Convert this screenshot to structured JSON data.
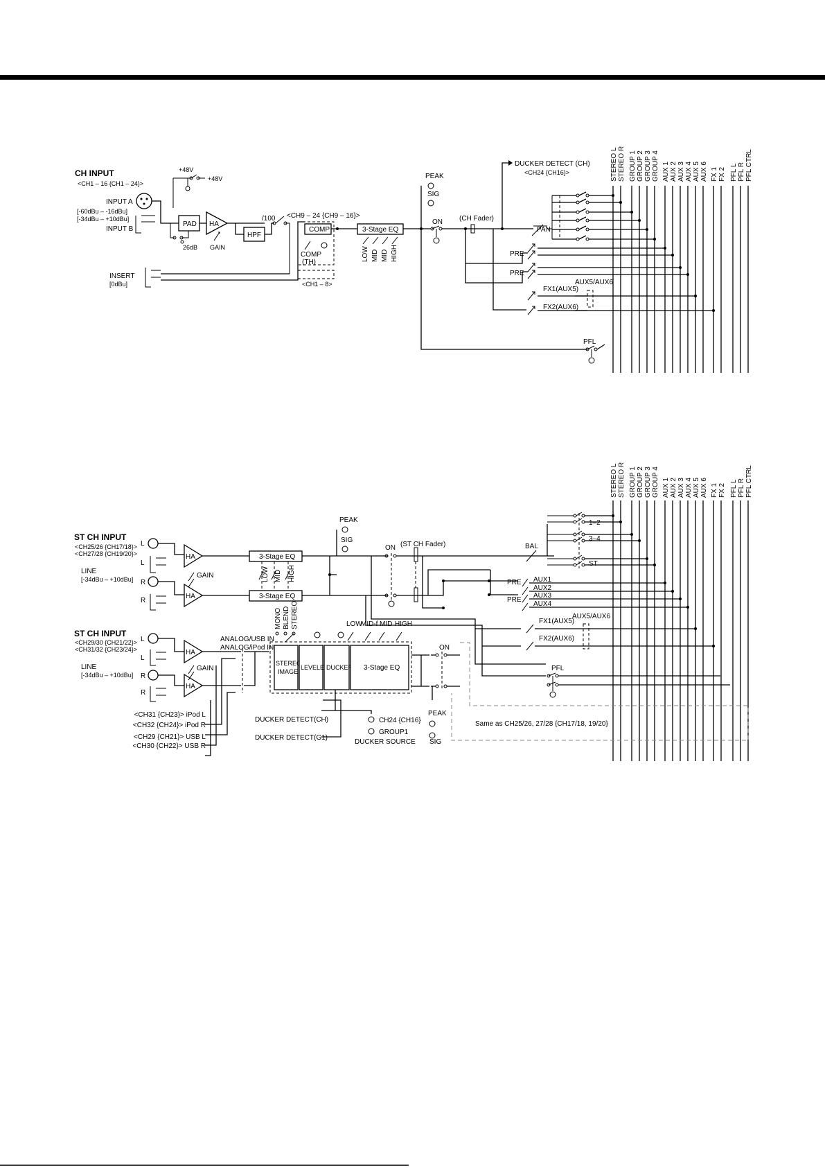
{
  "bus_labels": [
    "STEREO L",
    "STEREO R",
    "GROUP 1",
    "GROUP 2",
    "GROUP 3",
    "GROUP 4",
    "AUX 1",
    "AUX 2",
    "AUX 3",
    "AUX 4",
    "AUX 5",
    "AUX 6",
    "FX 1",
    "FX 2",
    "PFL L",
    "PFL R",
    "PFL CTRL"
  ],
  "ch": {
    "title": "CH INPUT",
    "channels": "<CH1 – 16 {CH1 – 24}>",
    "phantom_switch": "+48V",
    "phantom_out": "+48V",
    "input_a": "INPUT A",
    "level_a": "[-60dBu – -16dBu]",
    "level_b": "[-34dBu – +10dBu]",
    "input_b": "INPUT B",
    "pad": "PAD",
    "pad_value": "26dB",
    "ha": "HA",
    "gain": "GAIN",
    "hpf": "HPF",
    "ratio": "/100",
    "comp_range": "<CH9 – 24 {CH9 – 16}>",
    "comp": "COMP",
    "comp_th_1": "COMP",
    "comp_th_2": "(TH)",
    "comp_range2": "<CH1 – 8>",
    "eq": "3-Stage EQ",
    "eq_bands": [
      "LOW",
      "MID",
      "MID",
      "HIGH"
    ],
    "insert": "INSERT",
    "insert_level": "[0dBu]",
    "peak": "PEAK",
    "sig": "SIG",
    "on": "ON",
    "fader": "(CH Fader)",
    "ducker": "DUCKER DETECT (CH)",
    "ducker_ch": "<CH24 {CH16}>",
    "pan": "PAN",
    "pre1": "PRE",
    "pre2": "PRE",
    "fx1": "FX1(AUX5)",
    "aux56": "AUX5/AUX6",
    "fx2": "FX2(AUX6)",
    "pfl": "PFL"
  },
  "st": {
    "title": "ST CH INPUT",
    "ch1": "<CH25/26 {CH17/18}>",
    "ch2": "<CH27/28 {CH19/20}>",
    "line": "LINE",
    "level": "[-34dBu – +10dBu]",
    "l_labels": [
      "L",
      "L"
    ],
    "r_labels": [
      "R",
      "R"
    ],
    "ha": [
      "HA",
      "HA"
    ],
    "gain": "GAIN",
    "eq": [
      "3-Stage EQ",
      "3-Stage EQ"
    ],
    "eq_bands": [
      "LOW",
      "MID",
      "HIGH"
    ],
    "peak": "PEAK",
    "sig": "SIG",
    "on": "ON",
    "fader": "(ST CH Fader)",
    "bal": "BAL",
    "sw_12": "1–2",
    "sw_34": "3–4",
    "sw_st": "ST",
    "pre1": "PRE",
    "pre2": "PRE",
    "aux": [
      "AUX1",
      "AUX2",
      "AUX3",
      "AUX4"
    ],
    "fx1": "FX1(AUX5)",
    "aux56": "AUX5/AUX6",
    "fx2": "FX2(AUX6)",
    "pfl": "PFL"
  },
  "st2": {
    "title": "ST CH INPUT",
    "ch1": "<CH29/30 {CH21/22}>",
    "ch2": "<CH31/32 {CH23/24}>",
    "line": "LINE",
    "level": "[-34dBu – +10dBu]",
    "l_labels": [
      "L",
      "L"
    ],
    "r_labels": [
      "R",
      "R"
    ],
    "ha": [
      "HA",
      "HA"
    ],
    "gain": "GAIN",
    "sel1": "ANALOG/USB IN",
    "sel2": "ANALOG/iPod IN",
    "modes": [
      "MONO",
      "BLEND",
      "STEREO"
    ],
    "stereo_image_1": "STEREO",
    "stereo_image_2": "IMAGE",
    "leveler": "LEVELER",
    "ducker": "DUCKER",
    "eq": "3-Stage EQ",
    "eq_bands": [
      "LOW",
      "MID-f",
      "MID",
      "HIGH"
    ],
    "on": "ON",
    "peak": "PEAK",
    "sig": "SIG",
    "ipod_l": "<CH31 {CH23}> iPod L",
    "ipod_r": "<CH32 {CH24}> iPod R",
    "usb_l": "<CH29 {CH21}> USB L",
    "usb_r": "<CH30 {CH22}> USB R",
    "ducker_detect_ch": "DUCKER DETECT(CH)",
    "ducker_detect_g1": "DUCKER DETECT(G1)",
    "ducker_ch": "CH24 {CH16}",
    "group1": "GROUP1",
    "ducker_source": "DUCKER SOURCE",
    "same_as": "Same as CH25/26, 27/28 {CH17/18, 19/20}"
  }
}
